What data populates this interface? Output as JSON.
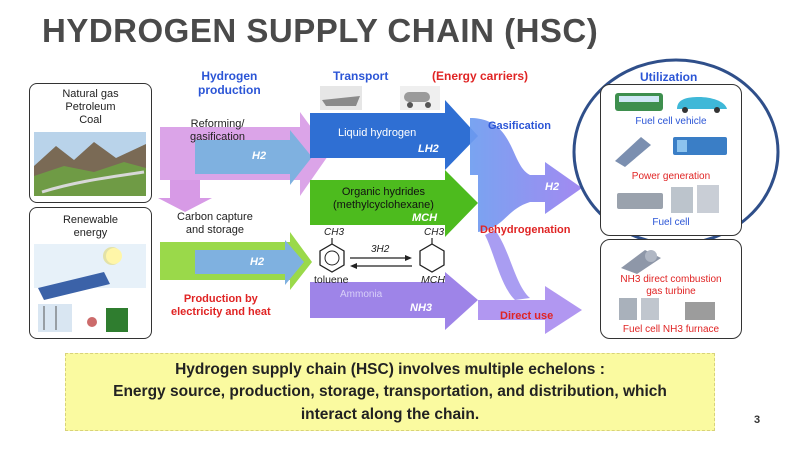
{
  "title": "HYDROGEN SUPPLY CHAIN (HSC)",
  "sources": {
    "fossil": "Natural gas\nPetroleum\nCoal",
    "renewable": "Renewable\nenergy"
  },
  "headers": {
    "production": "Hydrogen\nproduction",
    "transport": "Transport",
    "energy_carriers": "(Energy carriers)",
    "utilization": "Utilization"
  },
  "process_labels": {
    "reforming": "Reforming/\ngasification",
    "ccs": "Carbon capture\nand storage",
    "electricity": "Production by\nelectricity and heat",
    "gasification": "Gasification",
    "dehydrogenation": "Dehydrogenation",
    "direct_use": "Direct use"
  },
  "arrows": {
    "h2_top": "H2",
    "h2_bottom": "H2",
    "lh2_name": "Liquid hydrogen",
    "lh2_formula": "LH2",
    "organic_name": "Organic hydrides\n(methylcyclohexane)",
    "organic_formula": "MCH",
    "ammonia_name": "Ammonia",
    "ammonia_formula": "NH3",
    "h2_merge": "H2"
  },
  "reaction": {
    "ch3_left": "CH3",
    "ch3_right": "CH3",
    "reagent": "3H2",
    "toluene": "toluene",
    "mch": "MCH"
  },
  "utilization": {
    "fuel_cell_vehicle": "Fuel cell vehicle",
    "power_generation": "Power generation",
    "fuel_cell": "Fuel cell",
    "nh3_turbine": "NH3 direct combustion\ngas turbine",
    "fuel_cell_nh3_furnace": "Fuel cell NH3 furnace"
  },
  "summary": {
    "line1": "Hydrogen supply chain (HSC) involves multiple echelons :",
    "line2": "Energy source, production, storage, transportation, and distribution, which",
    "line3": "interact along the chain."
  },
  "page_number": "3",
  "colors": {
    "production_arrow": "#d79ae6",
    "h2_arrow": "#7fb1e0",
    "green_arrow": "#9ad94a",
    "lh2_arrow": "#2f6fd3",
    "mch_arrow": "#4dbb1e",
    "ammonia_arrow": "#9e84e8",
    "merge_arrow": "#7d8fe8",
    "circle": "#2f4f8a",
    "summary_bg": "#fafaa0"
  }
}
